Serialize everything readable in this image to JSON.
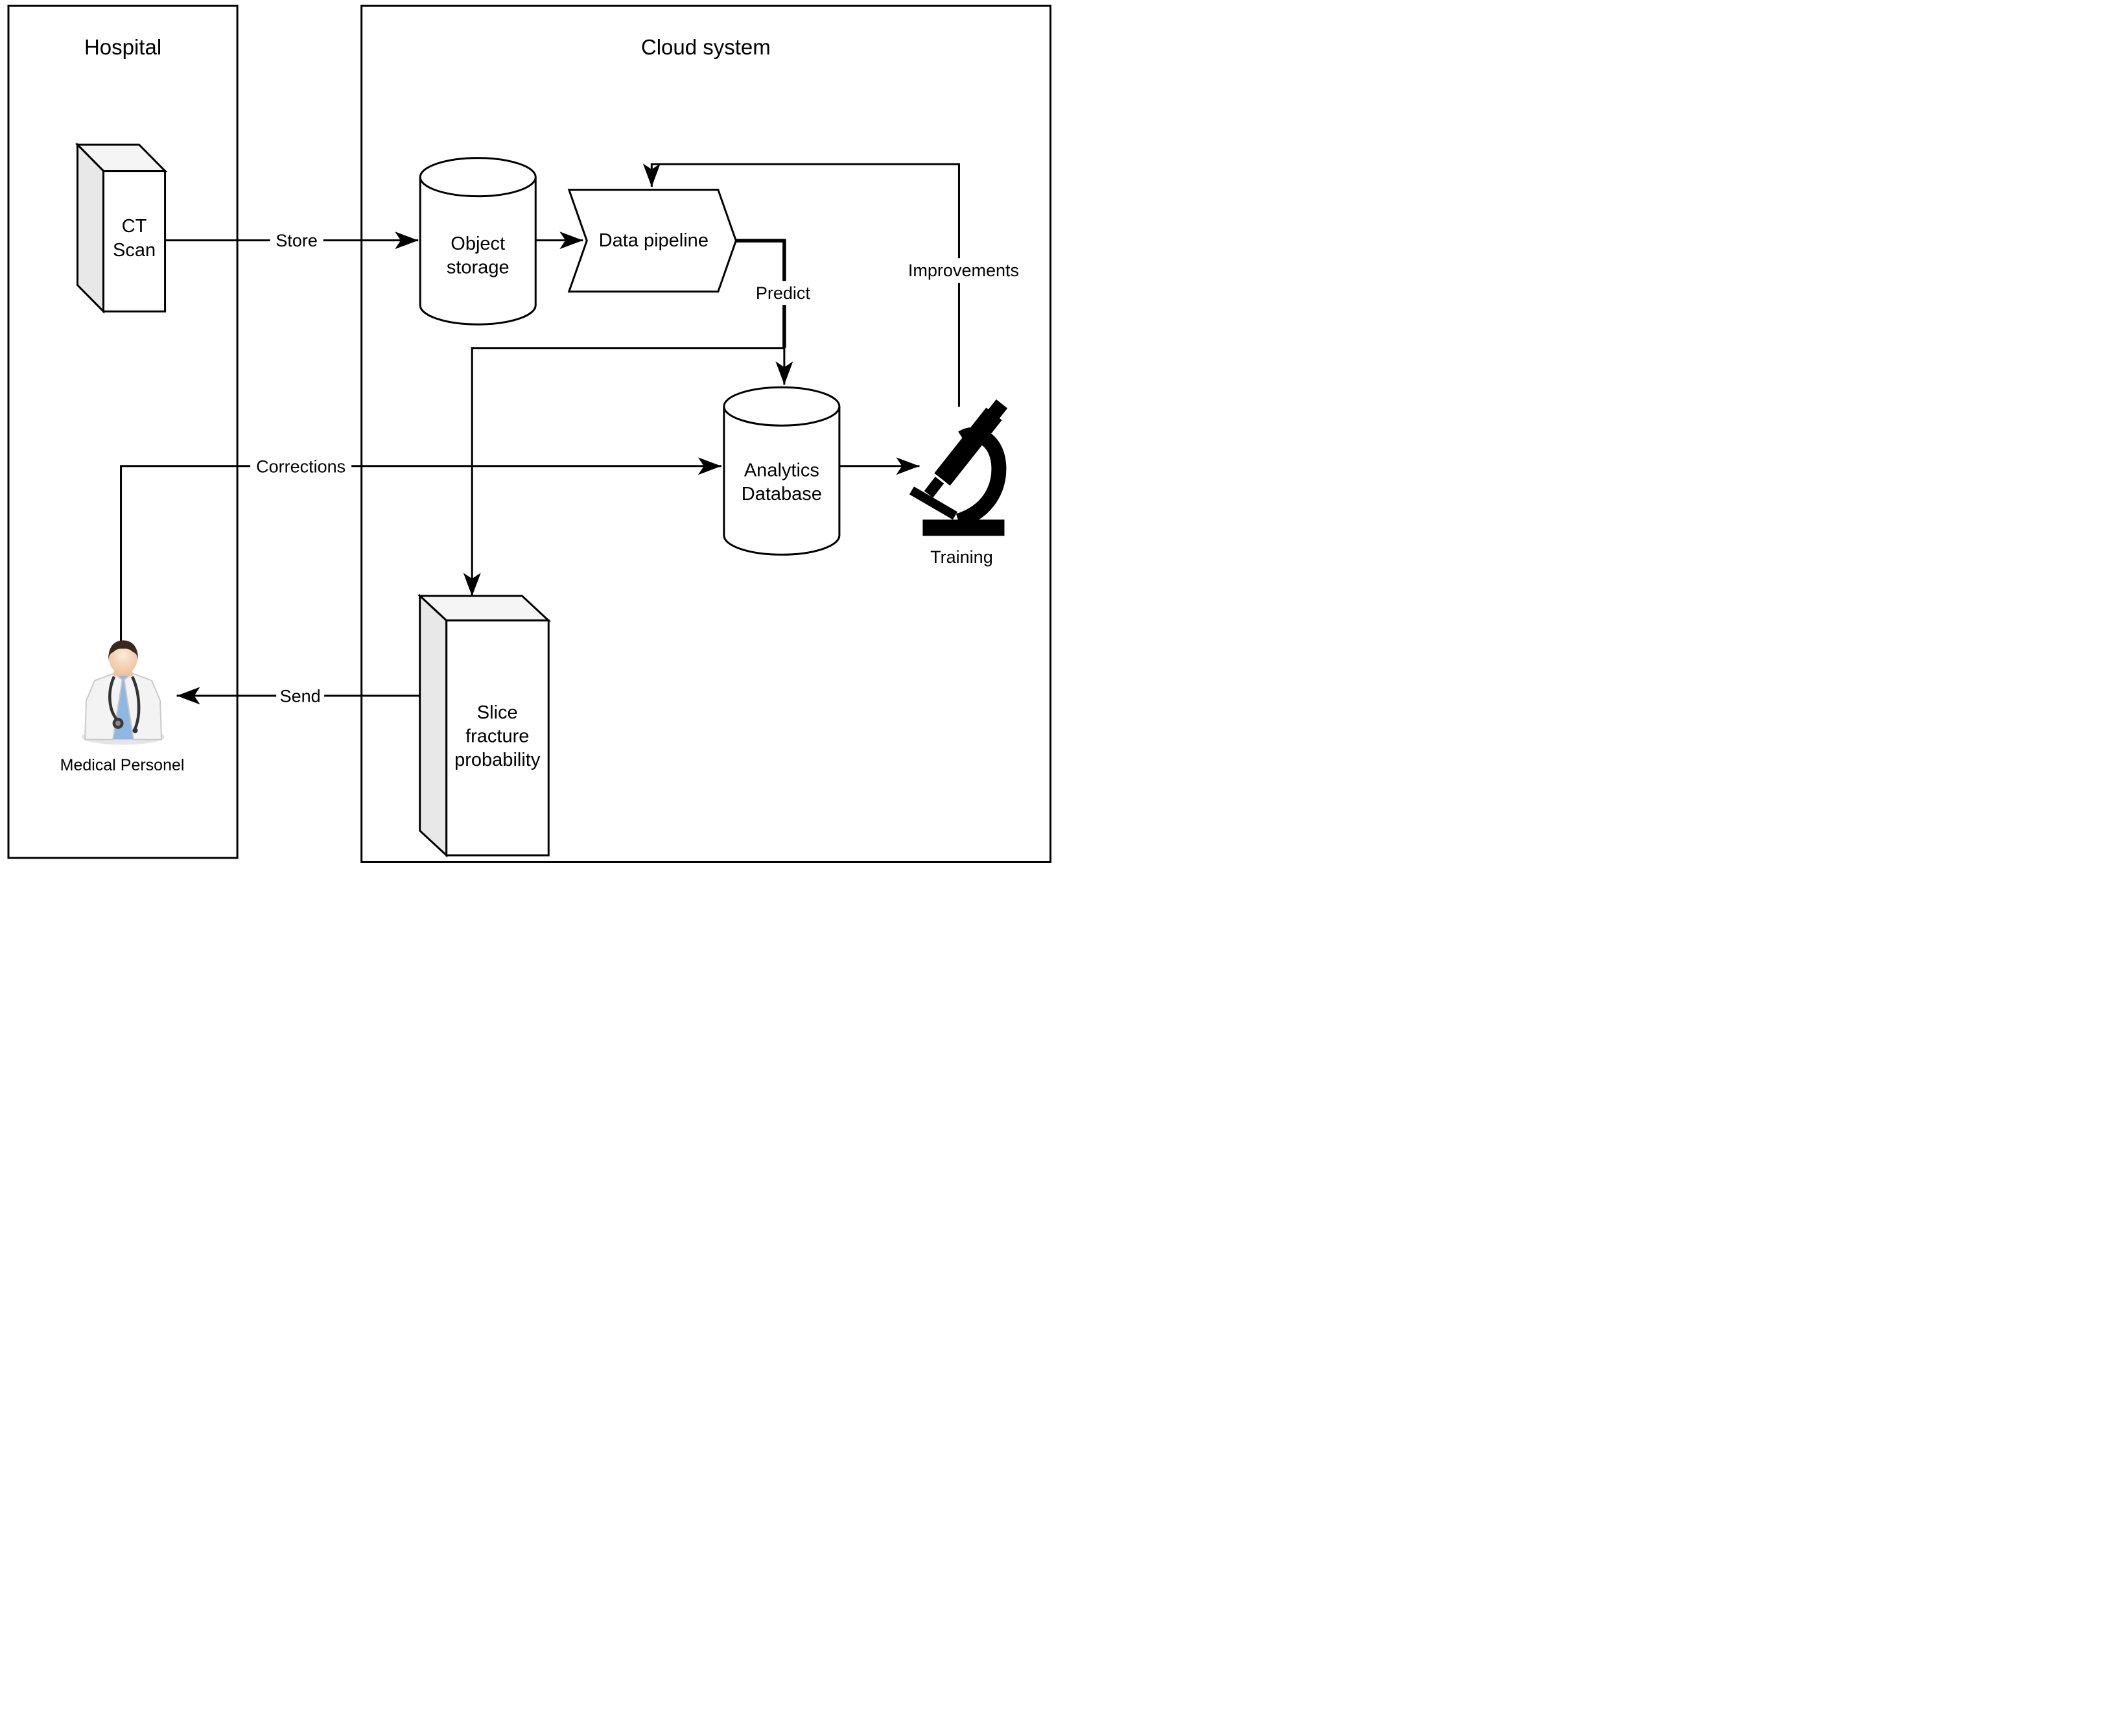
{
  "diagram": {
    "containers": {
      "hospital": {
        "title": "Hospital"
      },
      "cloud": {
        "title": "Cloud system"
      }
    },
    "nodes": {
      "ct_scan": {
        "lines": [
          "CT",
          "Scan"
        ],
        "shape": "3d-box"
      },
      "object_storage": {
        "lines": [
          "Object",
          "storage"
        ],
        "shape": "cylinder"
      },
      "data_pipeline": {
        "label": "Data pipeline",
        "shape": "chevron"
      },
      "analytics_database": {
        "lines": [
          "Analytics",
          "Database"
        ],
        "shape": "cylinder"
      },
      "training": {
        "label": "Training",
        "icon": "microscope-icon"
      },
      "slice_fracture_probability": {
        "lines": [
          "Slice",
          "fracture",
          "probability"
        ],
        "shape": "3d-box"
      },
      "medical_personel": {
        "label": "Medical Personel",
        "icon": "doctor-icon"
      }
    },
    "edges": {
      "store": {
        "label": "Store",
        "from": "ct_scan",
        "to": "object_storage"
      },
      "ingest": {
        "label": "",
        "from": "object_storage",
        "to": "data_pipeline"
      },
      "predict": {
        "label": "Predict",
        "from": "data_pipeline",
        "to": "analytics_database"
      },
      "improvements": {
        "label": "Improvements",
        "from": "training",
        "to": "data_pipeline"
      },
      "corrections": {
        "label": "Corrections",
        "from": "medical_personel",
        "to": "analytics_database"
      },
      "train": {
        "label": "",
        "from": "analytics_database",
        "to": "training"
      },
      "send": {
        "label": "Send",
        "from": "slice_fracture_probability",
        "to": "medical_personel"
      },
      "slice_output": {
        "label": "",
        "from": "data_pipeline",
        "to": "slice_fracture_probability"
      }
    },
    "colors": {
      "stroke": "#000000",
      "background": "#ffffff",
      "box_side_gray": "#e8e8e8",
      "box_top_gray": "#f5f5f5",
      "scrubs_blue": "#8fb7e3",
      "skin": "#f2cbaa",
      "hair_brown": "#38291c",
      "coat_white": "#f3f3f3",
      "icon_black": "#000000"
    }
  }
}
